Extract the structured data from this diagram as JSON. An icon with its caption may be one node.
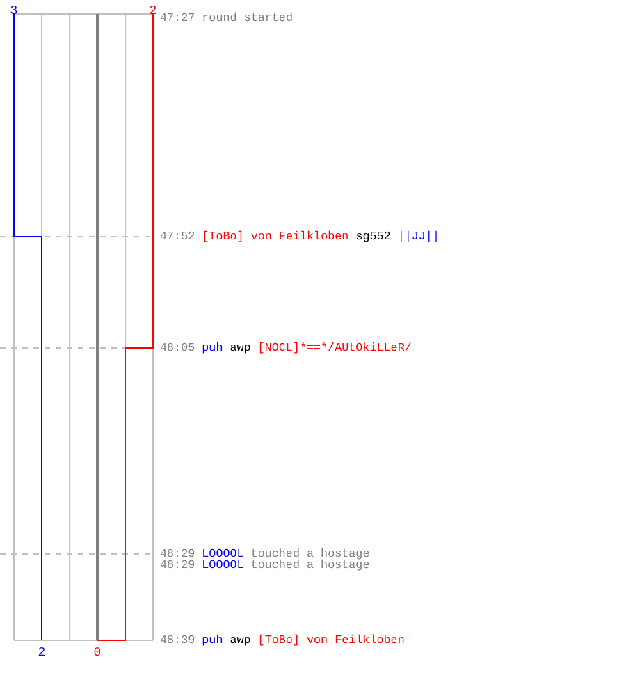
{
  "diagram": {
    "labels": [
      "3",
      "2",
      "47:27",
      "round started",
      "47:52",
      "[ToBo] von Feilkloben",
      "sg552",
      "||JJ||",
      "48:05",
      "puh",
      "awp",
      "[NOCL]*==*/AUtOkiLLeR/",
      "48:29",
      "LOOOOL",
      "touched a hostage",
      "48:29",
      "LOOOOL",
      "touched a hostage",
      "48:39",
      "puh",
      "awp",
      "[ToBo] von Feilkloben",
      "2",
      "0"
    ]
  }
}
